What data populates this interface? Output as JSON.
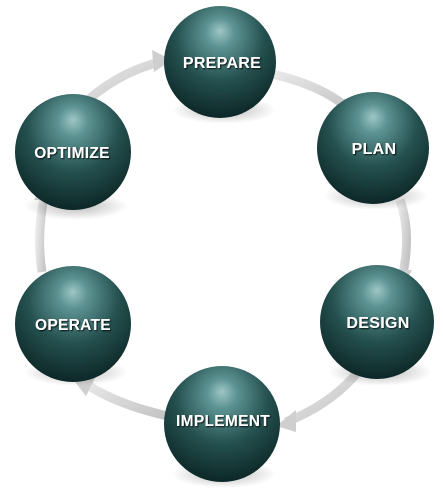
{
  "diagram": {
    "stages": [
      {
        "id": "prepare",
        "label": "PREPARE"
      },
      {
        "id": "plan",
        "label": "PLAN"
      },
      {
        "id": "design",
        "label": "DESIGN"
      },
      {
        "id": "implement",
        "label": "IMPLEMENT"
      },
      {
        "id": "operate",
        "label": "OPERATE"
      },
      {
        "id": "optimize",
        "label": "OPTIMIZE"
      }
    ],
    "colors": {
      "sphere_dark": "#0d2a2a",
      "sphere_mid": "#2e6262",
      "sphere_light": "#8fbcbc",
      "arrow": "#d6d6d6",
      "label": "#ffffff"
    }
  }
}
